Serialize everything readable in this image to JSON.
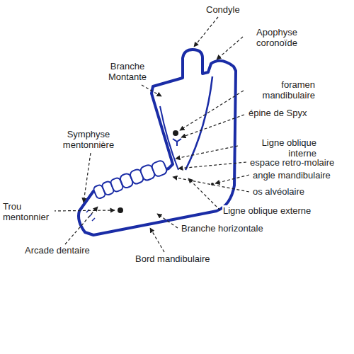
{
  "diagram": {
    "labels": [
      "Condyle",
      "Apophyse coronoïde",
      "Branche Montante",
      "foramen mandibulaire",
      "épine de Spyx",
      "Symphyse mentonnière",
      "Ligne oblique interne",
      "espace retro-molaire",
      "angle mandibulaire",
      "os alvéolaire",
      "Trou mentonnier",
      "Ligne oblique externe",
      "Branche horizontale",
      "Arcade dentaire",
      "Bord mandibulaire"
    ]
  }
}
